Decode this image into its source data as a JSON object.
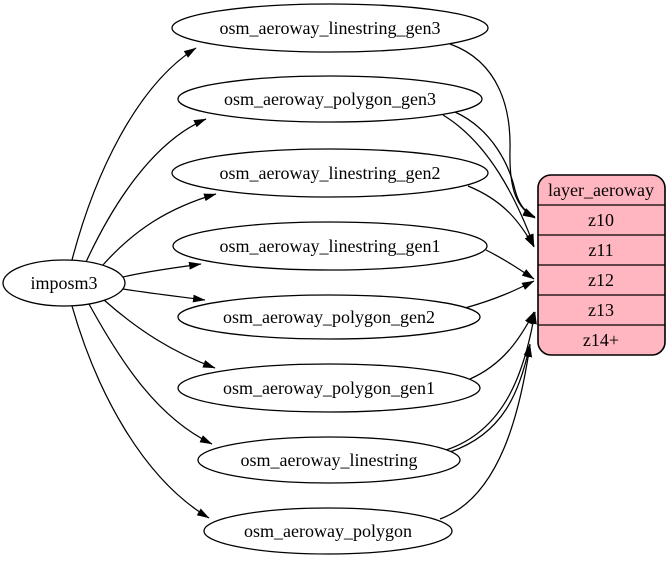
{
  "colors": {
    "background": "#ffffff",
    "node_fill": "#ffffff",
    "table_fill": "#ffb6c1",
    "stroke": "#000000"
  },
  "source": {
    "id": "imposm3",
    "label": "imposm3"
  },
  "nodes": [
    {
      "id": "osm_aeroway_linestring_gen3",
      "label": "osm_aeroway_linestring_gen3"
    },
    {
      "id": "osm_aeroway_polygon_gen3",
      "label": "osm_aeroway_polygon_gen3"
    },
    {
      "id": "osm_aeroway_linestring_gen2",
      "label": "osm_aeroway_linestring_gen2"
    },
    {
      "id": "osm_aeroway_linestring_gen1",
      "label": "osm_aeroway_linestring_gen1"
    },
    {
      "id": "osm_aeroway_polygon_gen2",
      "label": "osm_aeroway_polygon_gen2"
    },
    {
      "id": "osm_aeroway_polygon_gen1",
      "label": "osm_aeroway_polygon_gen1"
    },
    {
      "id": "osm_aeroway_linestring",
      "label": "osm_aeroway_linestring"
    },
    {
      "id": "osm_aeroway_polygon",
      "label": "osm_aeroway_polygon"
    }
  ],
  "table": {
    "id": "layer_aeroway",
    "header": "layer_aeroway",
    "rows": [
      {
        "label": "z10"
      },
      {
        "label": "z11"
      },
      {
        "label": "z12"
      },
      {
        "label": "z13"
      },
      {
        "label": "z14+"
      }
    ]
  },
  "edges": [
    {
      "from": "imposm3",
      "to": "osm_aeroway_linestring_gen3"
    },
    {
      "from": "imposm3",
      "to": "osm_aeroway_polygon_gen3"
    },
    {
      "from": "imposm3",
      "to": "osm_aeroway_linestring_gen2"
    },
    {
      "from": "imposm3",
      "to": "osm_aeroway_linestring_gen1"
    },
    {
      "from": "imposm3",
      "to": "osm_aeroway_polygon_gen2"
    },
    {
      "from": "imposm3",
      "to": "osm_aeroway_polygon_gen1"
    },
    {
      "from": "imposm3",
      "to": "osm_aeroway_linestring"
    },
    {
      "from": "imposm3",
      "to": "osm_aeroway_polygon"
    },
    {
      "from": "osm_aeroway_linestring_gen3",
      "to": "layer_aeroway:z10"
    },
    {
      "from": "osm_aeroway_polygon_gen3",
      "to": "layer_aeroway:z10"
    },
    {
      "from": "osm_aeroway_polygon_gen3",
      "to": "layer_aeroway:z11"
    },
    {
      "from": "osm_aeroway_linestring_gen2",
      "to": "layer_aeroway:z11"
    },
    {
      "from": "osm_aeroway_linestring_gen1",
      "to": "layer_aeroway:z12"
    },
    {
      "from": "osm_aeroway_polygon_gen2",
      "to": "layer_aeroway:z12"
    },
    {
      "from": "osm_aeroway_polygon_gen1",
      "to": "layer_aeroway:z13"
    },
    {
      "from": "osm_aeroway_linestring",
      "to": "layer_aeroway:z13"
    },
    {
      "from": "osm_aeroway_linestring",
      "to": "layer_aeroway:z14+"
    },
    {
      "from": "osm_aeroway_polygon",
      "to": "layer_aeroway:z14+"
    }
  ]
}
